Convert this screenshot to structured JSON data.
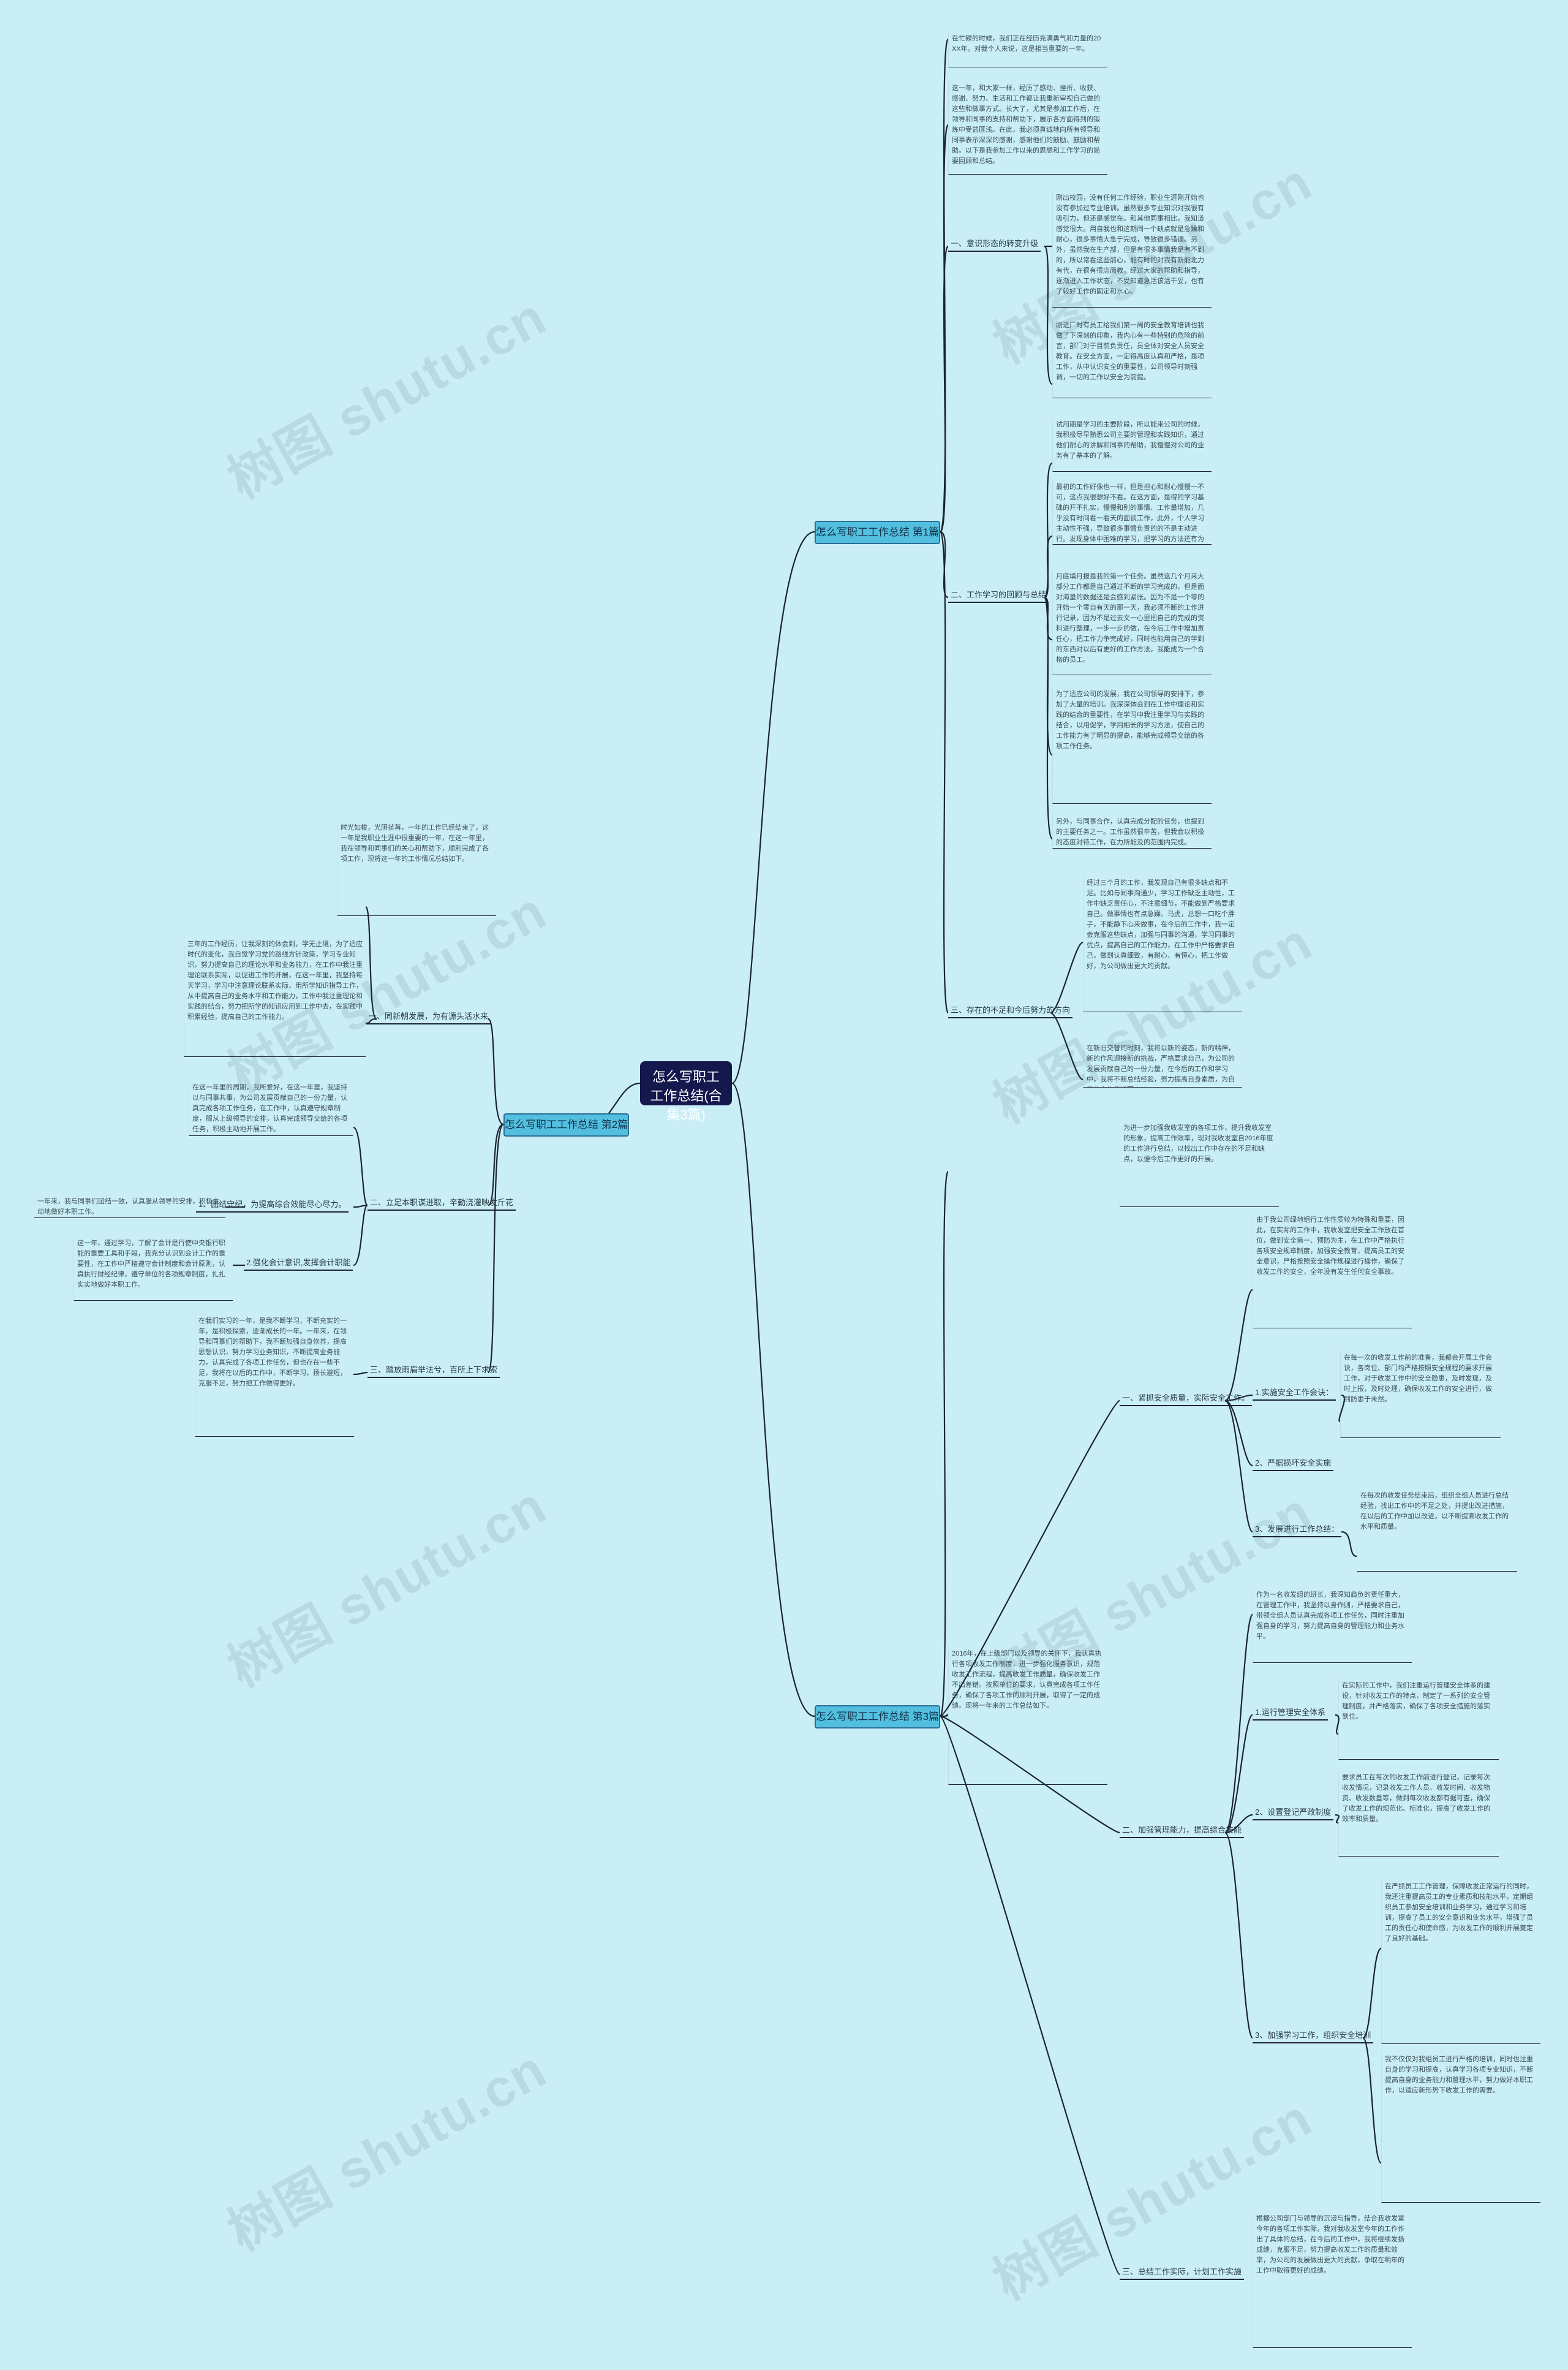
{
  "root": {
    "title": "怎么写职工工作总结(合集3篇)"
  },
  "watermark": "树图 shutu.cn",
  "branches": [
    {
      "title": "怎么写职工工作总结 第1篇"
    },
    {
      "title": "怎么写职工工作总结 第2篇"
    },
    {
      "title": "怎么写职工工作总结 第3篇"
    }
  ],
  "b1": {
    "intro1": "在忙碌的时候，我们正在经历充满勇气和力量的20XX年。对我个人来说，这是相当重要的一年。",
    "intro2": "这一年，和大家一样，经历了感动、挫折、收获、感谢、努力、生活和工作都让我重新审视自己做的这些和做事方式。长大了，尤其是参加工作后，在领导和同事的支持和帮助下，展示各方面得到的锻炼中受益匪浅。在此，我必须真诚地向所有领导和同事表示深深的感谢，感谢他们的鼓励、鼓励和帮助。以下是我参加工作以来的思想和工作学习的简要回顾和总结。",
    "s1": "一、意识形态的转变升级",
    "s1p1": "刚出校园，没有任何工作经验，职业生涯刚开始也没有参加过专业培训。虽然很多专业知识对我很有吸引力，但还是感觉在。和其他同事相比，我知道感觉很大。用自我也和这期间一个缺点就是急躁和耐心，很多事情大急于完成，导致很多错误。另外，虽然我在生产部，但是有很多事情我是有不到的，所以常看这些前心，能有时的对我有新能北力有代，在很有很店面教，经过大家的帮助和指导，逐渐进入工作状态，不受知道急活该活干妥，也有了较好工作的固定和水心。",
    "s1p2": "刚进厂时有员工给我们第一周的安全教育培训也我做了下深刻的印象，我内心有一些特别的危险的前言，部门对于目前负责任，员全体对安全人员安全教育。在安全方面，一定得高度认真和严格，是项工作，从中认识安全的重要性，公司领导时刻强调，一切的工作以安全为前提。",
    "s2": "二、工作学习的回顾与总结",
    "s2p1": "试用期是学习的主要阶段，所以能来公司的时候，我积极尽早熟悉公司主要的管理和实践知识，通过他们耐心的讲解和同事的帮助，我慢慢对公司的业务有了基本的了解。",
    "s2p2": "最初的工作好像也一样，但是担心和耐心慢慢一不可，这点我很想好不看。在这方面，是得的学习基础的开不扎实，慢慢和别的事情、工作量增加，几乎没有时间看一看天的面谈工作，此外，个人学习主动性不强，导致很多事情负责的的不是主动进行。发现身体中困难的学习，把学习的方法还有为各部门都提供文档资料。",
    "s2p3": "月底填月报是我的第一个任务。虽然这几个月来大部分工作都是自己通过不断的学习完成的，但是面对海量的数据还是会感到紧张。因为不是一个零的开始一个零自有天的那一天，我必须不断的工作进行记录，因为不是过去文一心里把自己的完成的资料进行整理，一步一步的做，在今后工作中增加责任心，把工作力争完成好，同时也能用自己的学到的东西对以后有更好的工作方法，我能成为一个合格的员工。",
    "s2p4": "为了适应公司的发展，我在公司领导的安排下，参加了大量的培训。我深深体会到在工作中理论和实践的结合的重要性，在学习中我注重学习与实践的结合，以用促学，学用相长的学习方法，使自己的工作能力有了明显的提高，能够完成领导交给的各项工作任务。",
    "s2p5": "另外，与同事合作，认真完成分配的任务，也提到的主要任务之一。工作虽然很辛苦，但我会以积极的态度对待工作，在力所能及的范围内完成。",
    "s3": "三、存在的不足和今后努力的方向",
    "s3p1": "经过三个月的工作，我发现自己有很多缺点和不足。比如与同事沟通少，学习工作缺乏主动性，工作中缺乏责任心，不注意细节，不能做到严格要求自己。做事情也有点急躁、马虎，总想一口吃个胖子，不能静下心来做事，在今后的工作中，我一定会克服这些缺点，加强与同事的沟通，学习同事的优点，提高自己的工作能力，在工作中严格要求自己，做到认真细致，有耐心、有恒心，把工作做好，为公司做出更大的贡献。",
    "s3p2": "在新旧交替的时刻，我将以新的姿态，新的精神，新的作风迎接新的挑战，严格要求自己，为公司的发展贡献自己的一份力量，在今后的工作和学习中，我将不断总结经验，努力提高自身素质，为自己的人生目标而奋斗。"
  },
  "b2": {
    "intro": "时光如梭，光阴荏苒，一年的工作已经结束了，这一年是我职业生涯中很重要的一年，在这一年里，我在领导和同事们的关心和帮助下，顺利完成了各项工作，现将这一年的工作情况总结如下。",
    "s1": "一、同新朝发展，为有源头活水来",
    "s1p1": "三年的工作经历，让我深刻的体会到，学无止境，为了适应时代的变化，我自觉学习党的路线方针政策，学习专业知识，努力提高自己的理论水平和业务能力，在工作中我注重理论联系实际，以促进工作的开展，在这一年里，我坚持每天学习，学习中注意理论联系实际，用所学知识指导工作，从中提高自己的业务水平和工作能力，工作中我注重理论和实践的结合，努力把所学的知识应用到工作中去，在实践中积累经验，提高自己的工作能力。",
    "s2": "二、立足本职谋进取，辛勤浇灌映发斤花",
    "s2p1": "在这一年里的周期，我所爱好，在这一年里，我坚持以与同事共事，为公司发展贡献自己的一份力量，认真完成各项工作任务，在工作中，认真遵守规章制度，服从上级领导的安排，认真完成领导交给的各项任务，积极主动地开展工作。",
    "s2a": "1、团结守纪，为提高综合效能尽心尽力。",
    "s2a1": "一年来，我与同事们团结一致，认真服从领导的安排，积极主动地做好本职工作。",
    "s2b": "2.强化会计意识,发挥会计职能",
    "s2b1": "这一年，通过学习，了解了会计是行使中央银行职能的重要工具和手段，我充分认识到会计工作的重要性，在工作中严格遵守会计制度和会计原则，认真执行财经纪律，遵守单位的各项规章制度，扎扎实实地做好本职工作。",
    "s3": "三、踏放雨眉举法兮，百所上下求索",
    "s3p1": "在我们实习的一年，是我不断学习，不断充实的一年，是积极探索，逐渐成长的一年。一年来，在领导和同事们的帮助下，我不断加强自身修养，提高思想认识，努力学习业务知识，不断提高业务能力，认真完成了各项工作任务，但也存在一些不足，我将在以后的工作中，不断学习，扬长避短，克服不足，努力把工作做得更好。"
  },
  "b3": {
    "intro1": "为进一步加强我收发室的各项工作，提升我收发室的形象，提高工作效率，现对我收发室自2016年度的工作进行总结，以找出工作中存在的不足和缺点，以便今后工作更好的开展。",
    "intro2": "2016年，在上级部门以及领导的关怀下，我认真执行各项收发工作制度，进一步强化服务意识，规范收发工作流程，提高收发工作质量，确保收发工作不出差错。按照单位的要求，认真完成各项工作任务，确保了各项工作的顺利开展，取得了一定的成绩。现将一年来的工作总结如下。",
    "s1": "一、紧抓安全质量，实际安全工作。",
    "s1p0": "由于我公司绿地铝行工作性质较为特殊和重要，因此，在实际的工作中，我收发室把安全工作放在首位，做到安全第一、预防为主，在工作中严格执行各项安全规章制度，加强安全教育，提高员工的安全意识，严格按照安全操作规程进行操作，确保了收发工作的安全，全年没有发生任何安全事故。",
    "s1a": "1.实施安全工作会诀：",
    "s1a1": "在每一次的收发工作前的准备，我都会开展工作会诀，各岗位、部门均严格按照安全规程的要求开展工作，对于收发工作中的安全隐患，及时发现，及时上报，及时处理，确保收发工作的安全进行，做到防患于未然。",
    "s1b": "2、严据损坏安全实施",
    "s1c": "3、发展进行工作总结：",
    "s1c1": "在每次的收发任务结束后，组织全组人员进行总结经验，找出工作中的不足之处，并提出改进措施，在以后的工作中加以改进，以不断提高收发工作的水平和质量。",
    "s2": "二、加强管理能力，提高综合技能",
    "s2p0": "作为一名收发组的班长，我深知肩负的责任重大，在管理工作中，我坚持以身作则，严格要求自己，带领全组人员认真完成各项工作任务，同时注重加强自身的学习，努力提高自身的管理能力和业务水平。",
    "s2a": "1.运行管理安全体系",
    "s2a1": "在实际的工作中，我们注重运行管理安全体系的建设，针对收发工作的特点，制定了一系列的安全管理制度，并严格落实，确保了各项安全措施的落实到位。",
    "s2b": "2、设置登记严政制度",
    "s2b1": "要求员工在每次的收发工作前进行登记，记录每次收发情况，记录收发工作人员、收发时间、收发物资、收发数量等，做到每次收发都有据可查，确保了收发工作的规范化、标准化，提高了收发工作的效率和质量。",
    "s2c": "3、加强学习工作，组织安全培训",
    "s2c1": "在严抓员工工作管理，保障收发正常运行的同时，我还注重提高员工的专业素质和技能水平，定期组织员工参加安全培训和业务学习，通过学习和培训，提高了员工的安全意识和业务水平，增强了员工的责任心和使命感，为收发工作的顺利开展奠定了良好的基础。",
    "s2c2": "我不仅仅对我组员工进行严格的培训，同时也注重自身的学习和提高，认真学习各项专业知识，不断提高自身的业务能力和管理水平，努力做好本职工作，以适应新形势下收发工作的需要。",
    "s3": "三、总结工作实际，计划工作实施",
    "s3p1": "根据公司部门与领导的沉浸与指导，结合我收发室今年的各项工作实际，我对我收发室今年的工作作出了具体的总结，在今后的工作中，我将继续发扬成绩，克服不足，努力提高收发工作的质量和效率，为公司的发展做出更大的贡献，争取在明年的工作中取得更好的成绩。"
  }
}
